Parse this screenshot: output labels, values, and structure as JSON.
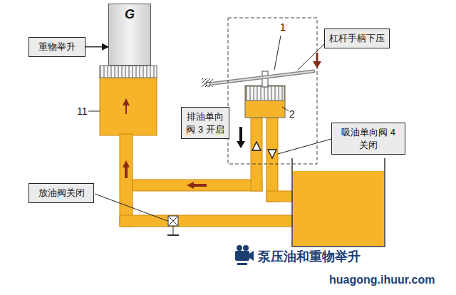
{
  "diagram": {
    "caption": "泵压油和重物举升",
    "nodes": [
      {
        "text": [
          "重物举升"
        ]
      },
      {
        "text": [
          "G"
        ]
      },
      {
        "text": [
          "杠杆手柄下压"
        ]
      },
      {
        "text": [
          "排油单向 阀 3 开启"
        ]
      },
      {
        "text": [
          "吸油单向阀 4 关闭"
        ]
      },
      {
        "text": [
          "放油阀关闭"
        ]
      }
    ],
    "edges": [
      {
        "from": 0,
        "to": 1,
        "arrow": "to"
      }
    ],
    "labels": [
      "11",
      "1",
      "2",
      "huagong.ihuur.com"
    ]
  }
}
